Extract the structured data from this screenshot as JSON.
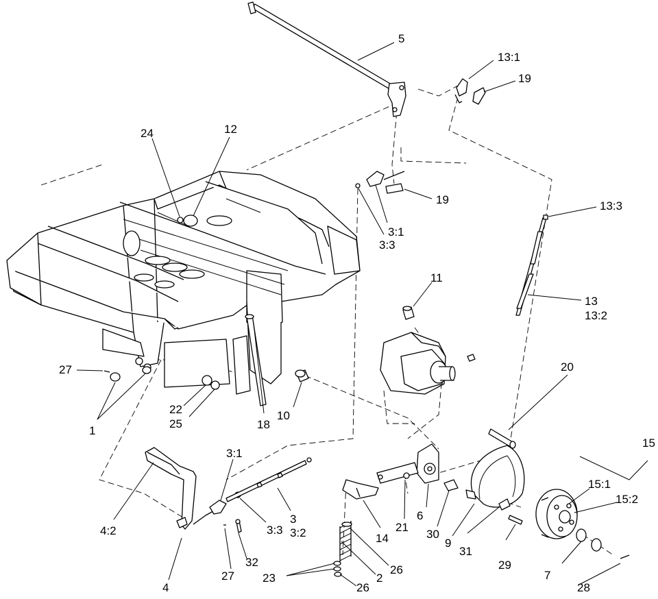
{
  "diagram": {
    "type": "exploded parts diagram",
    "callouts": [
      {
        "id": "c5",
        "label": "5"
      },
      {
        "id": "c13_1",
        "label": "13:1"
      },
      {
        "id": "c19a",
        "label": "19"
      },
      {
        "id": "c24",
        "label": "24"
      },
      {
        "id": "c12",
        "label": "12"
      },
      {
        "id": "c19b",
        "label": "19"
      },
      {
        "id": "c3_1a",
        "label": "3:1"
      },
      {
        "id": "c3_3a",
        "label": "3:3"
      },
      {
        "id": "c13_3",
        "label": "13:3"
      },
      {
        "id": "c11",
        "label": "11"
      },
      {
        "id": "c13",
        "label": "13"
      },
      {
        "id": "c13_2",
        "label": "13:2"
      },
      {
        "id": "c27a",
        "label": "27"
      },
      {
        "id": "c1",
        "label": "1"
      },
      {
        "id": "c22",
        "label": "22"
      },
      {
        "id": "c25",
        "label": "25"
      },
      {
        "id": "c18",
        "label": "18"
      },
      {
        "id": "c10",
        "label": "10"
      },
      {
        "id": "c20",
        "label": "20"
      },
      {
        "id": "c15",
        "label": "15"
      },
      {
        "id": "c15_1",
        "label": "15:1"
      },
      {
        "id": "c15_2",
        "label": "15:2"
      },
      {
        "id": "c3_1b",
        "label": "3:1"
      },
      {
        "id": "c4_2",
        "label": "4:2"
      },
      {
        "id": "c3",
        "label": "3"
      },
      {
        "id": "c3_2",
        "label": "3:2"
      },
      {
        "id": "c3_3b",
        "label": "3:3"
      },
      {
        "id": "c21",
        "label": "21"
      },
      {
        "id": "c6",
        "label": "6"
      },
      {
        "id": "c30",
        "label": "30"
      },
      {
        "id": "c14",
        "label": "14"
      },
      {
        "id": "c9",
        "label": "9"
      },
      {
        "id": "c31",
        "label": "31"
      },
      {
        "id": "c29",
        "label": "29"
      },
      {
        "id": "c7",
        "label": "7"
      },
      {
        "id": "c26a",
        "label": "26"
      },
      {
        "id": "c32",
        "label": "32"
      },
      {
        "id": "c27b",
        "label": "27"
      },
      {
        "id": "c4",
        "label": "4"
      },
      {
        "id": "c23",
        "label": "23"
      },
      {
        "id": "c2",
        "label": "2"
      },
      {
        "id": "c26b",
        "label": "26"
      },
      {
        "id": "c28",
        "label": "28"
      }
    ]
  }
}
